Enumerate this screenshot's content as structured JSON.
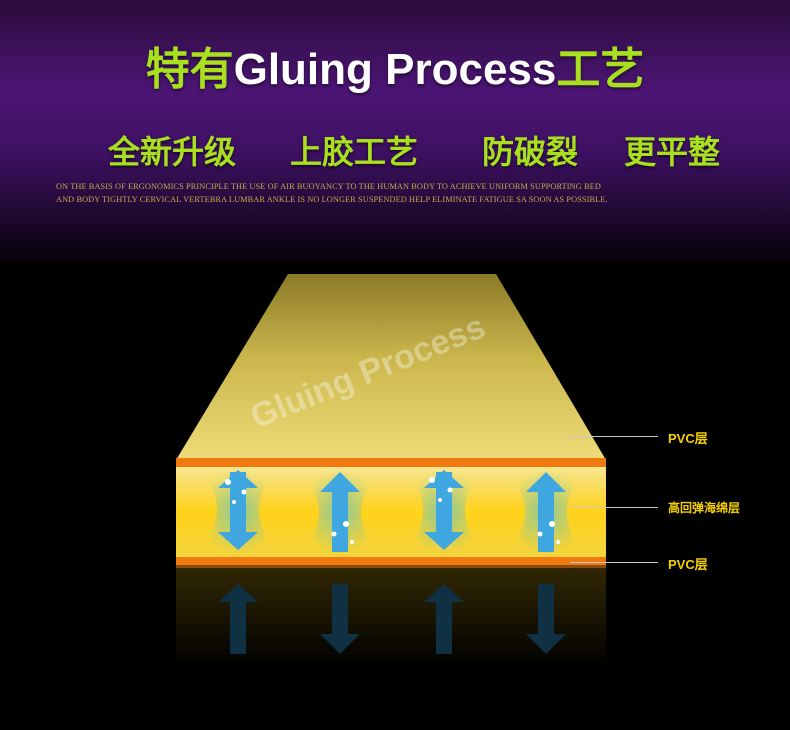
{
  "header": {
    "title_cn_prefix": "特有",
    "title_en": "Gluing Process",
    "title_cn_suffix": "工艺",
    "tags": [
      "全新升级",
      "上胶工艺",
      "防破裂",
      "更平整"
    ],
    "description_lines": [
      "ON THE BASIS OF ERGONOMICS PRINCIPLE THE USE OF AIR BUOYANCY TO  THE HUMAN BODY TO ACHIEVE UNIFORM SUPPORTING BED",
      "AND BODY TIGHTLY  CERVICAL VERTEBRA LUMBAR ANKLE IS NO LONGER SUSPENDED HELP ELIMINATE FATIGUE SA SOON AS POSSIBLE."
    ]
  },
  "diagram": {
    "watermark": "Gluing Process",
    "labels": {
      "top_layer": "PVC层",
      "middle_layer": "高回弹海绵层",
      "bottom_layer": "PVC层"
    }
  },
  "colors": {
    "accent_green": "#a8e020",
    "label_yellow": "#f5d000",
    "arrow_blue": "#3fa6e0",
    "pvc_orange": "#f07a10",
    "sponge_yellow": "#ffd21a"
  }
}
